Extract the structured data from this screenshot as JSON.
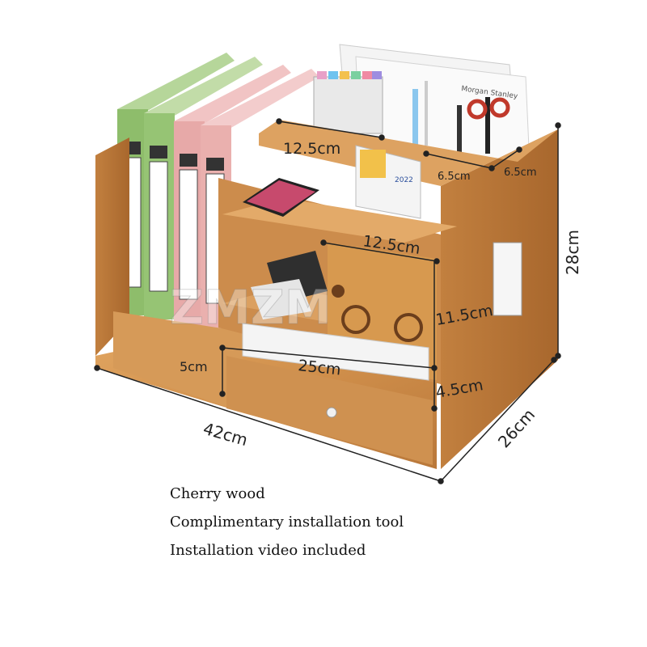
{
  "image": {
    "product": "desk organizer with book section, shelves, pen holder compartments, tissue slot and drawer",
    "watermark": "ZMZM"
  },
  "dimensions": {
    "width": "42cm",
    "depth": "26cm",
    "height": "28cm",
    "top_compartment": "12.5cm",
    "pen_slot_1": "6.5cm",
    "pen_slot_2": "6.5cm",
    "shelf_depth": "12.5cm",
    "shelf_height": "11.5cm",
    "drawer_width": "25cm",
    "drawer_height": "4.5cm",
    "base_height": "5cm"
  },
  "features": [
    "Cherry wood",
    "Complimentary installation tool",
    "Installation video included"
  ]
}
